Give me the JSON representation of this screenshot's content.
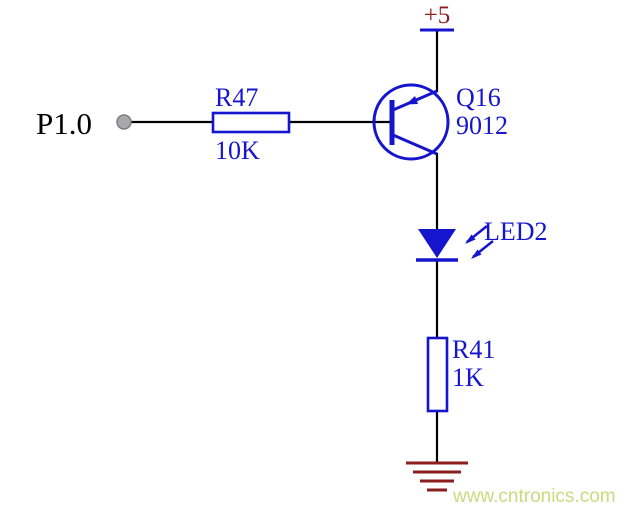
{
  "schematic": {
    "power": {
      "label": "+5"
    },
    "input": {
      "label": "P1.0"
    },
    "r47": {
      "ref": "R47",
      "value": "10K"
    },
    "q16": {
      "ref": "Q16",
      "value": "9012"
    },
    "led2": {
      "ref": "LED2"
    },
    "r41": {
      "ref": "R41",
      "value": "1K"
    },
    "watermark": "www.cntronics.com",
    "colors": {
      "component_blue": "#1515cd",
      "power_maroon": "#8b1e1e",
      "wire_black": "#000000",
      "terminal_gray": "#a8a8aa",
      "watermark_green": "#c9da7f"
    }
  }
}
